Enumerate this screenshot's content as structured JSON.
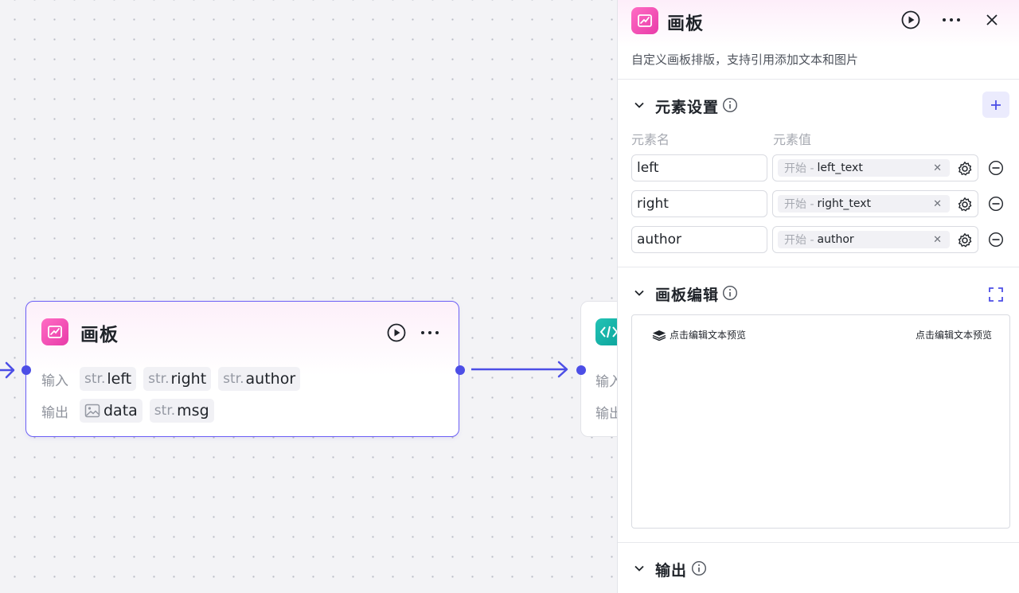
{
  "node": {
    "title": "画板",
    "input_label": "输入",
    "output_label": "输出",
    "inputs": [
      {
        "type": "str.",
        "name": "left"
      },
      {
        "type": "str.",
        "name": "right"
      },
      {
        "type": "str.",
        "name": "author"
      }
    ],
    "outputs": [
      {
        "type": "image",
        "name": "data"
      },
      {
        "type": "str.",
        "name": "msg"
      }
    ]
  },
  "next_node": {
    "input_label": "输入",
    "output_label": "输出"
  },
  "panel": {
    "title": "画板",
    "description": "自定义画板排版，支持引用添加文本和图片",
    "elements_section": {
      "title": "元素设置",
      "col_name": "元素名",
      "col_value": "元素值",
      "rows": [
        {
          "name": "left",
          "source": "开始 -",
          "value": "left_text"
        },
        {
          "name": "right",
          "source": "开始 -",
          "value": "right_text"
        },
        {
          "name": "author",
          "source": "开始 -",
          "value": "author"
        }
      ]
    },
    "editor_section": {
      "title": "画板编辑",
      "preview_left": "点击编辑文本预览",
      "preview_right": "点击编辑文本预览"
    },
    "output_section": {
      "title": "输出"
    }
  },
  "colors": {
    "accent": "#4c4ee6",
    "brand_pink": "#e83ba8",
    "node_border": "#6b5ff5"
  }
}
